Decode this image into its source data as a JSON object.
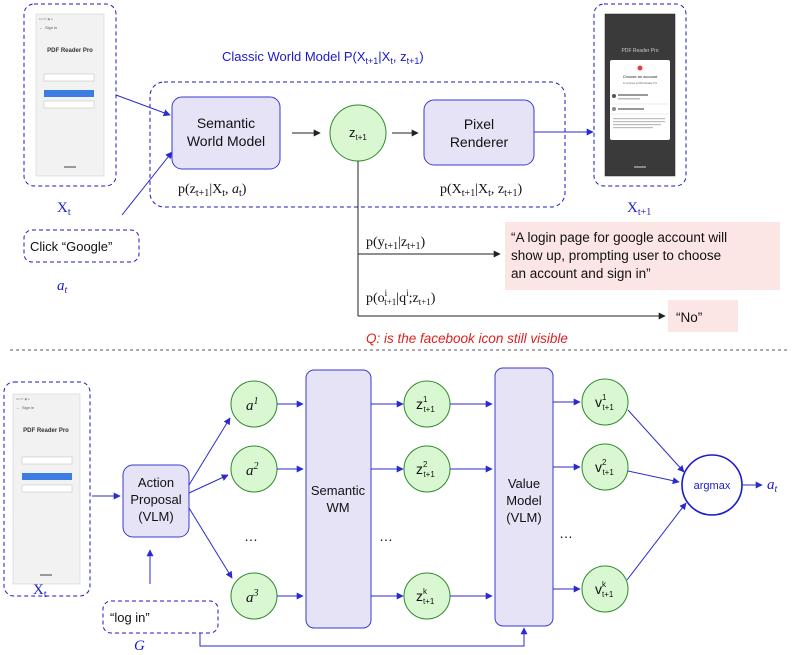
{
  "top": {
    "title": "Classic World Model P(X",
    "title_sub1": "t+1",
    "title_mid": "|X",
    "title_sub2": "t",
    "title_mid2": ", z",
    "title_sub3": "t+1",
    "title_end": ")",
    "semantic_wm_line1": "Semantic",
    "semantic_wm_line2": "World Model",
    "z_node": "z",
    "z_node_sub": "t+1",
    "pixel_renderer_line1": "Pixel",
    "pixel_renderer_line2": "Renderer",
    "p_z": "p(z",
    "p_z_sub": "t+1",
    "p_z_rest": "|X",
    "p_z_sub2": "t",
    "p_z_rest2": ", ",
    "p_z_a": "a",
    "p_z_a_sub": "t",
    "p_z_end": ")",
    "p_x": "p(X",
    "p_x_sub": "t+1",
    "p_x_rest": "|X",
    "p_x_sub2": "t",
    "p_x_rest2": ", z",
    "p_x_sub3": "t+1",
    "p_x_end": ")",
    "xt_label": "X",
    "xt_sub": "t",
    "xt1_label": "X",
    "xt1_sub": "t+1",
    "action_box": "Click “Google”",
    "at_label": "a",
    "at_sub": "t",
    "p_y": "p(y",
    "p_y_sub": "t+1",
    "p_y_rest": "|z",
    "p_y_sub2": "t+1",
    "p_y_end": ")",
    "p_o": "p(o",
    "p_o_sup": "i",
    "p_o_sub": "t+1",
    "p_o_rest": "|q",
    "p_o_sup2": "i",
    "p_o_rest2": ";z",
    "p_o_sub2": "t+1",
    "p_o_end": ")",
    "caption_line1": "“A login page for google account will",
    "caption_line2": "show up, prompting user to choose",
    "caption_line3": "an account and sign in”",
    "answer": "“No”",
    "question": "Q: is the facebook icon still visible"
  },
  "screens": {
    "app_title": "PDF Reader Pro",
    "sign_in": "Sign in",
    "modal_title": "Choose an account",
    "modal_sub": "to continue to PDF Reader Pro"
  },
  "bottom": {
    "action_proposal_line1": "Action",
    "action_proposal_line2": "Proposal",
    "action_proposal_line3": "(VLM)",
    "semantic_wm_line1": "Semantic",
    "semantic_wm_line2": "WM",
    "value_model_line1": "Value",
    "value_model_line2": "Model",
    "value_model_line3": "(VLM)",
    "a_nodes": [
      {
        "base": "a",
        "sup": "1"
      },
      {
        "base": "a",
        "sup": "2"
      },
      {
        "base": "a",
        "sup": "3"
      }
    ],
    "z_nodes": [
      {
        "base": "z",
        "sup": "1",
        "sub": "t+1"
      },
      {
        "base": "z",
        "sup": "2",
        "sub": "t+1"
      },
      {
        "base": "z",
        "sup": "k",
        "sub": "t+1"
      }
    ],
    "v_nodes": [
      {
        "base": "v",
        "sup": "1",
        "sub": "t+1"
      },
      {
        "base": "v",
        "sup": "2",
        "sub": "t+1"
      },
      {
        "base": "v",
        "sup": "k",
        "sub": "t+1"
      }
    ],
    "ellipsis": "…",
    "argmax": "argmax",
    "at_label": "a",
    "at_sub": "t",
    "xt_label": "X",
    "xt_sub": "t",
    "goal_box": "“log in”",
    "goal_label": "G"
  },
  "colors": {
    "blue": "#1a1acc",
    "node_green": "#d9f7d0",
    "box_lavender": "#e6e3f7",
    "pink": "#fbe5e5",
    "red": "#e02020"
  }
}
